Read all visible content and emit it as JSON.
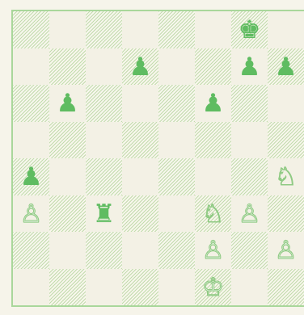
{
  "board": {
    "size": 8,
    "colors": {
      "border": "#a9d79b",
      "light_square": "#f3f1e5",
      "dark_square_hatch": "#73b052",
      "black_piece": "#5fbc61",
      "white_piece_fill": "#f9fbf8",
      "white_piece_outline": "#8fca83"
    },
    "pieces": [
      {
        "square": "g8",
        "color": "black",
        "type": "king",
        "glyph": "♚",
        "icon": "black-king-icon"
      },
      {
        "square": "d7",
        "color": "black",
        "type": "pawn",
        "glyph": "♟",
        "icon": "black-pawn-icon"
      },
      {
        "square": "g7",
        "color": "black",
        "type": "pawn",
        "glyph": "♟",
        "icon": "black-pawn-icon"
      },
      {
        "square": "h7",
        "color": "black",
        "type": "pawn",
        "glyph": "♟",
        "icon": "black-pawn-icon"
      },
      {
        "square": "b6",
        "color": "black",
        "type": "pawn",
        "glyph": "♟",
        "icon": "black-pawn-icon"
      },
      {
        "square": "f6",
        "color": "black",
        "type": "pawn",
        "glyph": "♟",
        "icon": "black-pawn-icon"
      },
      {
        "square": "a4",
        "color": "black",
        "type": "pawn",
        "glyph": "♟",
        "icon": "black-pawn-icon"
      },
      {
        "square": "h4",
        "color": "white",
        "type": "knight",
        "glyph": "♘",
        "icon": "white-knight-icon"
      },
      {
        "square": "a3",
        "color": "white",
        "type": "pawn",
        "glyph": "♙",
        "icon": "white-pawn-icon"
      },
      {
        "square": "c3",
        "color": "black",
        "type": "rook",
        "glyph": "♜",
        "icon": "black-rook-icon"
      },
      {
        "square": "f3",
        "color": "white",
        "type": "knight",
        "glyph": "♘",
        "icon": "white-knight-icon"
      },
      {
        "square": "g3",
        "color": "white",
        "type": "pawn",
        "glyph": "♙",
        "icon": "white-pawn-icon"
      },
      {
        "square": "f2",
        "color": "white",
        "type": "pawn",
        "glyph": "♙",
        "icon": "white-pawn-icon"
      },
      {
        "square": "h2",
        "color": "white",
        "type": "pawn",
        "glyph": "♙",
        "icon": "white-pawn-icon"
      },
      {
        "square": "f1",
        "color": "white",
        "type": "king",
        "glyph": "♔",
        "icon": "white-king-icon"
      }
    ]
  }
}
